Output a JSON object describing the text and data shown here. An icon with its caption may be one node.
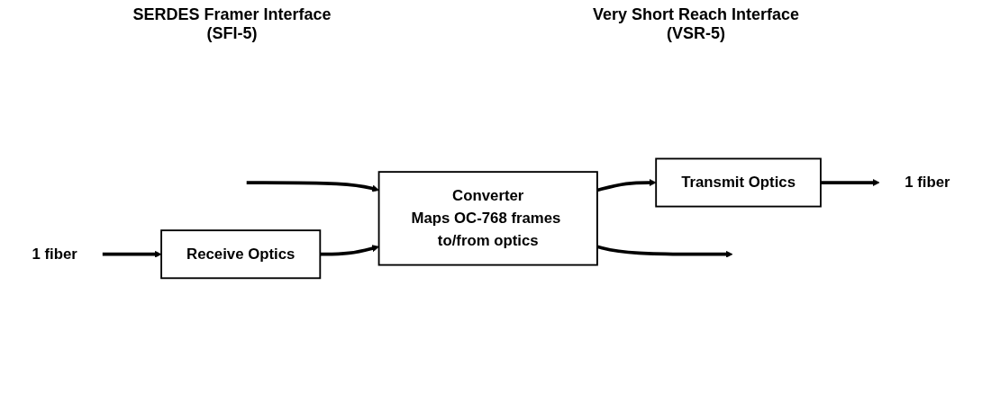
{
  "diagram": {
    "nodes": [
      {
        "text": [
          "Converter",
          "Maps OC-768 frames to/from optics"
        ]
      },
      {
        "text": [
          "Transmit Optics"
        ]
      },
      {
        "text": [
          "Receive Optics"
        ]
      },
      {
        "text": [
          "1 fiber"
        ]
      },
      {
        "text": [
          "1 fiber"
        ]
      }
    ],
    "edges": [
      {
        "from": null,
        "to": 0,
        "arrow": "to"
      },
      {
        "from": 0,
        "to": 1,
        "arrow": "to"
      },
      {
        "from": 1,
        "to": 3,
        "arrow": "to"
      },
      {
        "from": 4,
        "to": 2,
        "arrow": "to"
      },
      {
        "from": 2,
        "to": 0,
        "arrow": "to"
      },
      {
        "from": 0,
        "to": null,
        "arrow": "to"
      }
    ],
    "labels": [
      "SERDES Framer Interface (SFI-5)",
      "Very Short Reach Interface (VSR-5)"
    ]
  }
}
